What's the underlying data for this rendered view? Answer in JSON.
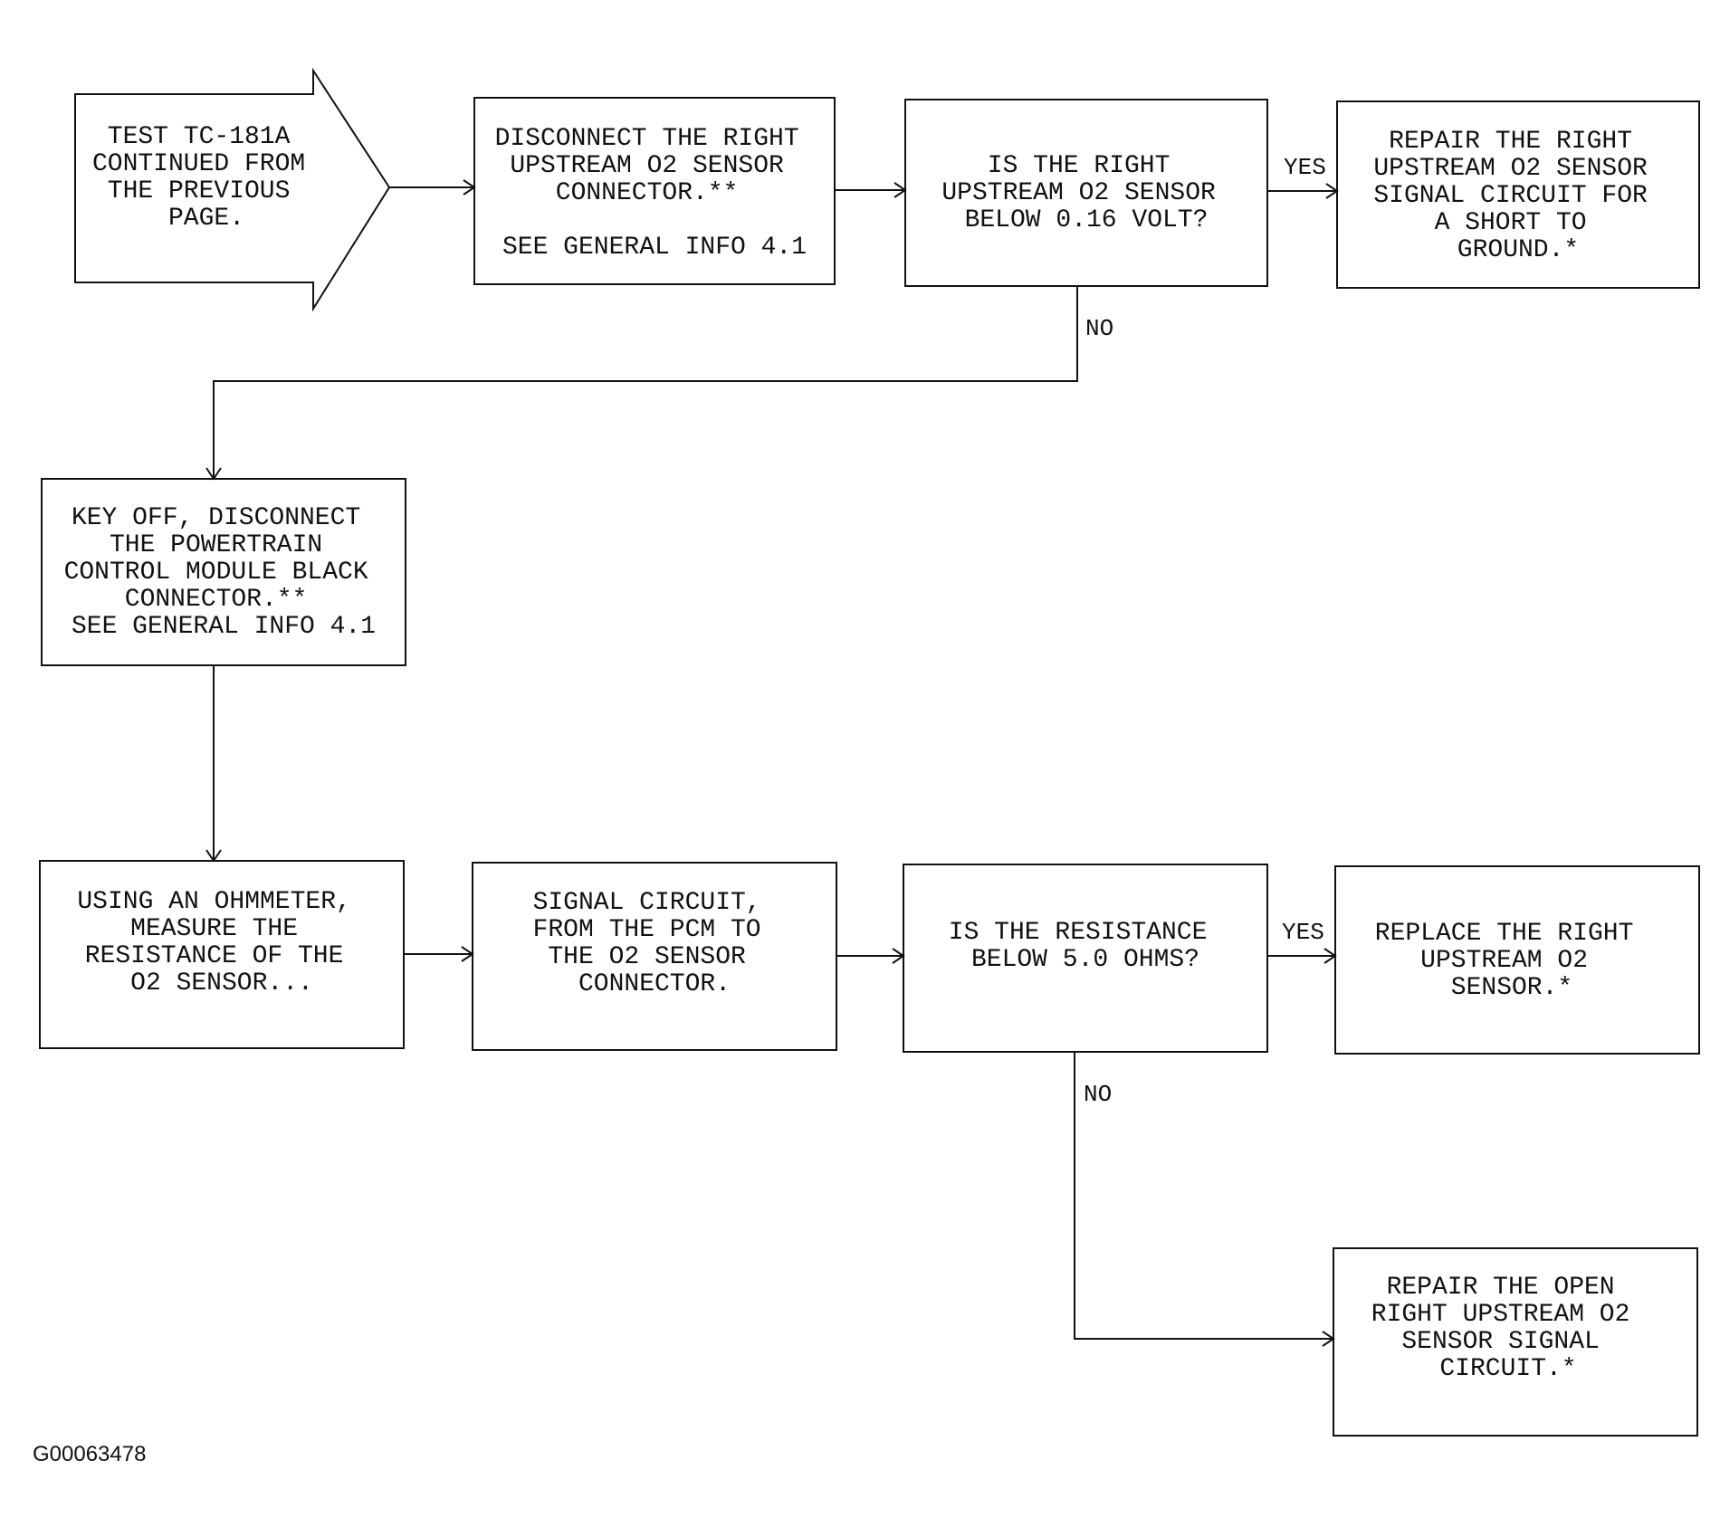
{
  "start": {
    "lines": [
      "TEST TC-181A",
      "CONTINUED FROM",
      "THE PREVIOUS",
      "PAGE."
    ]
  },
  "steps": {
    "disconnect_sensor": [
      "DISCONNECT THE RIGHT",
      "UPSTREAM O2 SENSOR",
      "CONNECTOR.**",
      "",
      "SEE GENERAL INFO 4.1"
    ],
    "q_voltage": [
      "IS THE RIGHT",
      "UPSTREAM O2 SENSOR",
      "BELOW 0.16 VOLT?"
    ],
    "repair_short": [
      "REPAIR THE RIGHT",
      "UPSTREAM O2 SENSOR",
      "SIGNAL CIRCUIT FOR",
      "A SHORT TO",
      "GROUND.*"
    ],
    "disconnect_pcm": [
      "KEY OFF, DISCONNECT",
      "THE POWERTRAIN",
      "CONTROL MODULE BLACK",
      "CONNECTOR.**",
      "SEE GENERAL INFO 4.1"
    ],
    "ohmmeter": [
      "USING AN OHMMETER,",
      "MEASURE THE",
      "RESISTANCE OF THE",
      "O2 SENSOR..."
    ],
    "signal_circuit": [
      "SIGNAL CIRCUIT,",
      "FROM THE PCM TO",
      "THE O2 SENSOR",
      "CONNECTOR."
    ],
    "q_resistance": [
      "IS THE RESISTANCE",
      "BELOW 5.0 OHMS?"
    ],
    "replace_sensor": [
      "REPLACE THE RIGHT",
      "UPSTREAM O2",
      "SENSOR.*"
    ],
    "repair_open": [
      "REPAIR THE OPEN",
      "RIGHT UPSTREAM O2",
      "SENSOR SIGNAL",
      "CIRCUIT.*"
    ]
  },
  "labels": {
    "yes_voltage": "YES",
    "no_voltage": "NO",
    "yes_resistance": "YES",
    "no_resistance": "NO"
  },
  "figure_id": "G00063478"
}
